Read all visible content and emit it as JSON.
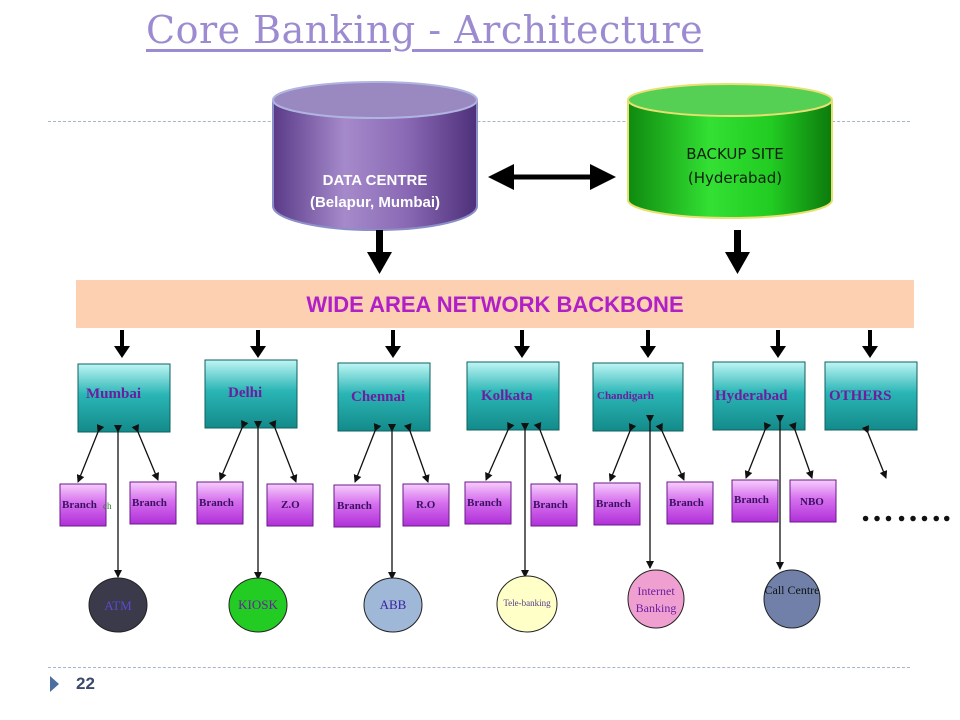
{
  "title": "Core Banking - Architecture",
  "page_number": "22",
  "data_centre": {
    "line1": "DATA CENTRE",
    "line2": "(Belapur, Mumbai)"
  },
  "backup_site": {
    "line1": "BACKUP SITE",
    "line2": "(Hyderabad)"
  },
  "backbone": "WIDE AREA NETWORK BACKBONE",
  "cities": [
    "Mumbai",
    "Delhi",
    "Chennai",
    "Kolkata",
    "Chandigarh",
    "Hyderabad",
    "OTHERS"
  ],
  "nodes": [
    "Branch",
    "Branch",
    "Branch",
    "Z.O",
    "Branch",
    "R.O",
    "Branch",
    "Branch",
    "Branch",
    "Branch",
    "Branch",
    "NBO"
  ],
  "partial_text": "ch",
  "channels": [
    "ATM",
    "KIOSK",
    "ABB",
    "Tele-banking",
    "Internet Banking",
    "Call Centre"
  ],
  "more": "……..",
  "colors": {
    "title": "#9c8bd0",
    "data_centre": "#7a5aa0",
    "backup_site": "#22cc22",
    "backbone_bar": "#fcd0b0",
    "backbone_text": "#b01fc8",
    "city_box": "#1aa3a3",
    "node_box": "#c040e0",
    "atm": "#3a3a4a",
    "kiosk": "#22cc22",
    "abb": "#9fb8d8",
    "tele_banking": "#ffffc8",
    "internet_banking": "#f0a0d0",
    "call_centre": "#7080a8"
  }
}
